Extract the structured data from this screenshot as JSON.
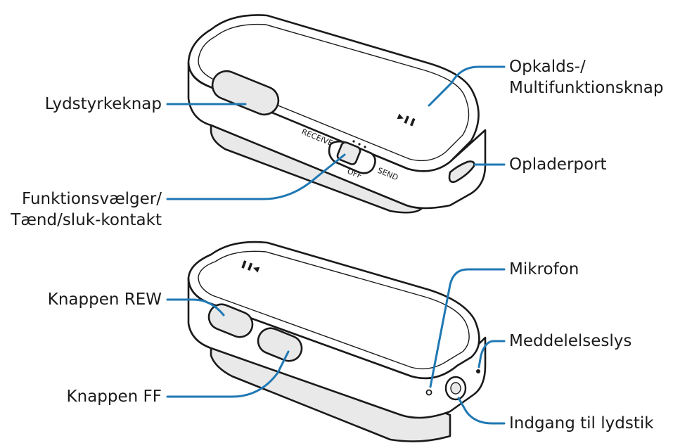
{
  "labels": {
    "volume_key": "Lydstyrkeknap",
    "function_switch_line1": "Funktionsvælger/",
    "function_switch_line2": "Tænd/sluk-kontakt",
    "call_key_line1": "Opkalds-/",
    "call_key_line2": "Multifunktionsknap",
    "charger_port": "Opladerport",
    "rew_key": "Knappen REW",
    "ff_key": "Knappen FF",
    "microphone": "Mikrofon",
    "notification_light": "Meddelelseslys",
    "audio_jack": "Indgang til lydstik"
  },
  "device_markings": {
    "receive": "RECEIVE",
    "off": "OFF",
    "send": "SEND",
    "play_pause_symbol": "▶❚❚"
  },
  "colors": {
    "leader_line": "#1f78b4",
    "device_outline": "#1a1a1a",
    "device_fill": "#ffffff",
    "device_shade": "#e6e6e6"
  }
}
